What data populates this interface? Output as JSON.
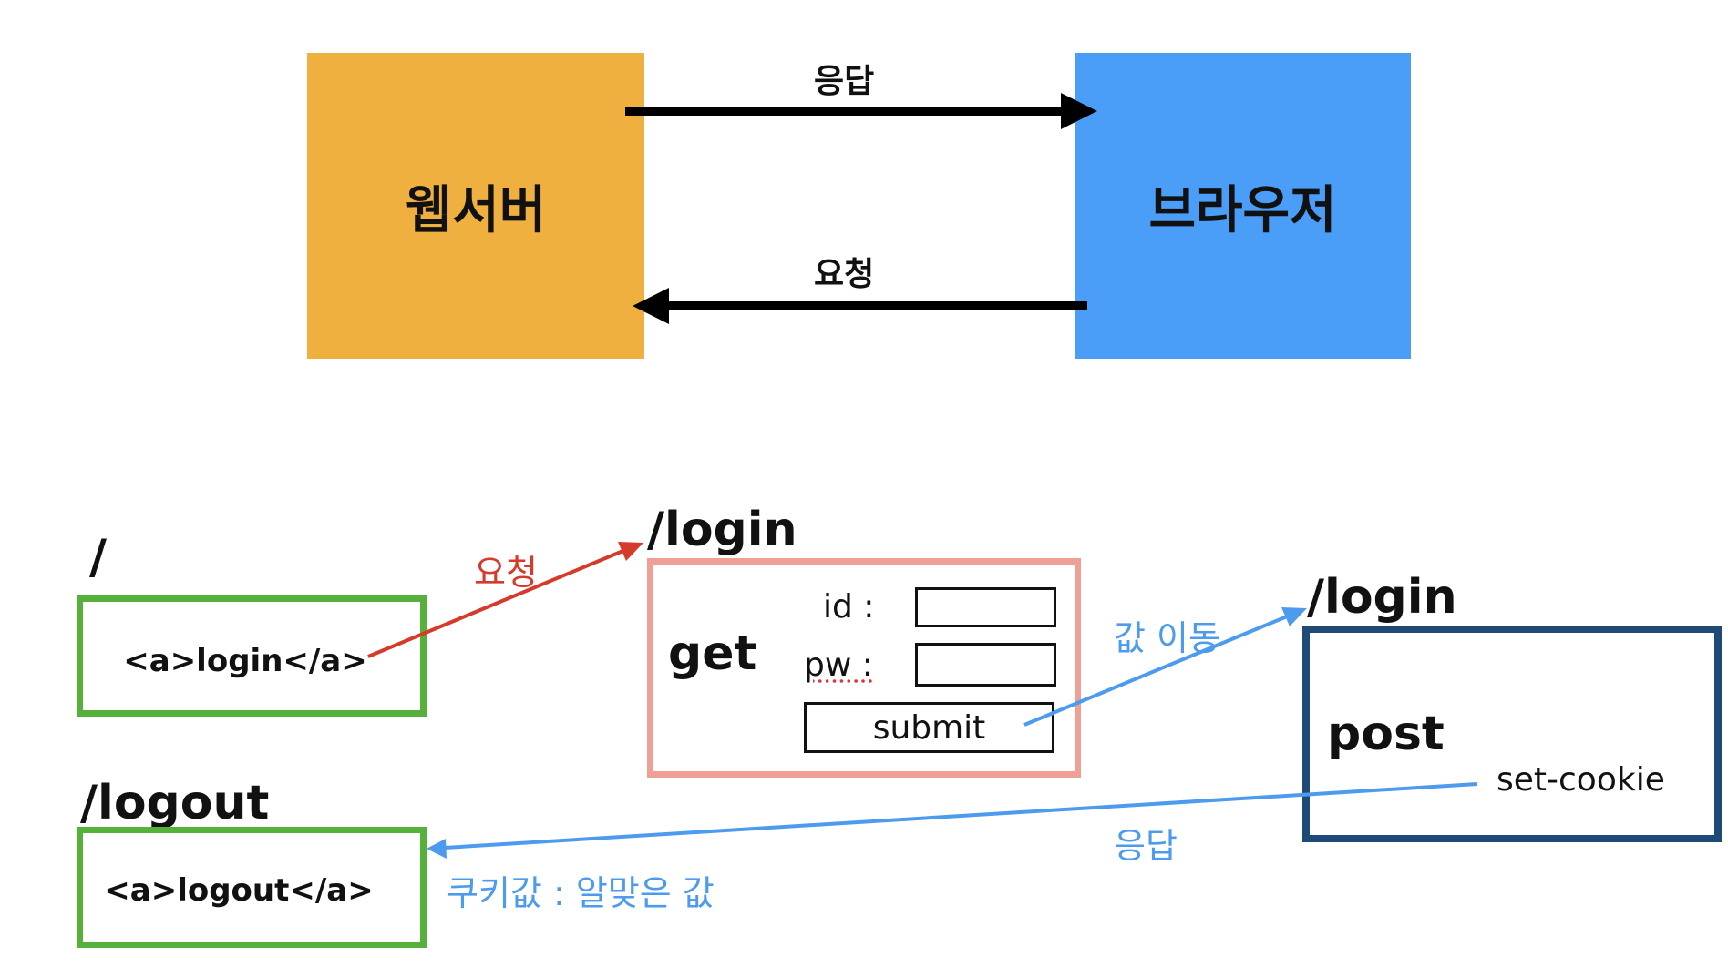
{
  "top": {
    "server_label": "웹서버",
    "browser_label": "브라우저",
    "response_label": "응답",
    "request_label": "요청",
    "server_color": "#f0b03f",
    "browser_color": "#4a9ef7"
  },
  "flow": {
    "root": {
      "route": "/",
      "link_text": "<a>login</a>"
    },
    "logout": {
      "route": "/logout",
      "link_text": "<a>logout</a>"
    },
    "request_label": "요청",
    "login_get": {
      "route": "/login",
      "method": "get",
      "id_label": "id :",
      "pw_label": "pw :",
      "submit_label": "submit"
    },
    "value_move_label": "값 이동",
    "login_post": {
      "route": "/login",
      "method": "post",
      "cookie_label": "set-cookie"
    },
    "response_label": "응답",
    "cookie_value_label": "쿠키값 : 알맞은 값"
  },
  "colors": {
    "red_arrow": "#d63a2a",
    "blue_arrow": "#4d9bee",
    "green_border": "#56b13a",
    "pink_border": "#ee9f96",
    "navy_border": "#1f4a78"
  }
}
